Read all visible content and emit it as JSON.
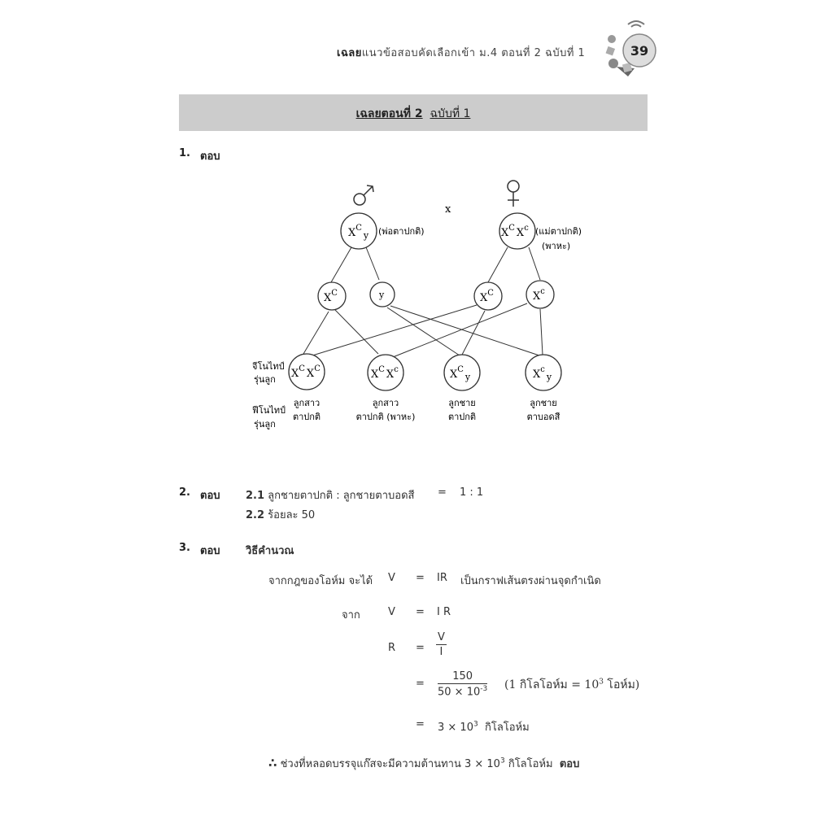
{
  "header": {
    "title_bold": "เฉลย",
    "title_rest": "แนวข้อสอบคัดเลือกเข้า ม.4 ตอนที่ 2 ฉบับที่ 1",
    "page_number": "39"
  },
  "banner": {
    "bold": "เฉลยตอนที่ 2",
    "rest": "ฉบับที่ 1"
  },
  "q1": {
    "number": "1.",
    "label": "ตอบ",
    "cross": "x",
    "father": {
      "genotype_main": "X",
      "genotype_sup": "C",
      "genotype_tail": "y",
      "note": "(พ่อตาปกติ)"
    },
    "mother": {
      "genotype_a": "X",
      "sup_a": "C",
      "genotype_b": "X",
      "sup_b": "c",
      "note1": "(แม่ตาปกติ)",
      "note2": "(พาหะ)"
    },
    "gametes": [
      {
        "base": "X",
        "sup": "C"
      },
      {
        "base": "y",
        "sup": ""
      },
      {
        "base": "X",
        "sup": "C"
      },
      {
        "base": "X",
        "sup": "c"
      }
    ],
    "genotype_label_1": "จีโนไทป์",
    "genotype_label_2": "รุ่นลูก",
    "phenotype_label_1": "ฟีโนไทป์",
    "phenotype_label_2": "รุ่นลูก",
    "offspring": [
      {
        "a": "X",
        "sa": "C",
        "b": "X",
        "sb": "C",
        "line1": "ลูกสาว",
        "line2": "ตาปกติ"
      },
      {
        "a": "X",
        "sa": "C",
        "b": "X",
        "sb": "c",
        "line1": "ลูกสาว",
        "line2": "ตาปกติ (พาหะ)"
      },
      {
        "a": "X",
        "sa": "C",
        "b": "y",
        "sb": "",
        "line1": "ลูกชาย",
        "line2": "ตาปกติ"
      },
      {
        "a": "X",
        "sa": "c",
        "b": "y",
        "sb": "",
        "line1": "ลูกชาย",
        "line2": "ตาบอดสี"
      }
    ]
  },
  "q2": {
    "number": "2.",
    "label": "ตอบ",
    "a_num": "2.1",
    "a_text": "ลูกชายตาปกติ : ลูกชายตาบอดสี",
    "a_eq": "=",
    "a_val": "1 : 1",
    "b_num": "2.2",
    "b_text": "ร้อยละ 50"
  },
  "q3": {
    "number": "3.",
    "label": "ตอบ",
    "method": "วิธีคำนวณ",
    "l1_text": "จากกฎของโอห์ม จะได้",
    "l1_v": "V",
    "l1_eq": "=",
    "l1_ir": "IR",
    "l1_desc": "เป็นกราฟเส้นตรงผ่านจุดกำเนิด",
    "l2_from": "จาก",
    "l2_v": "V",
    "l2_eq": "=",
    "l2_rhs": "I R",
    "l3_r": "R",
    "l3_eq": "=",
    "l3_num": "V",
    "l3_den": "I",
    "l4_eq": "=",
    "l4_num": "150",
    "l4_den_base": "50 × 10",
    "l4_den_exp": "-3",
    "l4_note_a": "(1 กิโลโอห์ม = 10",
    "l4_note_exp": "3",
    "l4_note_b": "โอห์ม)",
    "l5_eq": "=",
    "l5_a": "3  × 10",
    "l5_exp": "3",
    "l5_unit": "กิโลโอห์ม",
    "therefore": "∴",
    "concl": "ช่วงที่หลอดบรรจุแก๊สจะมีความต้านทาน 3 × 10",
    "concl_exp": "3",
    "concl_unit": "กิโลโอห์ม",
    "answer": "ตอบ"
  }
}
